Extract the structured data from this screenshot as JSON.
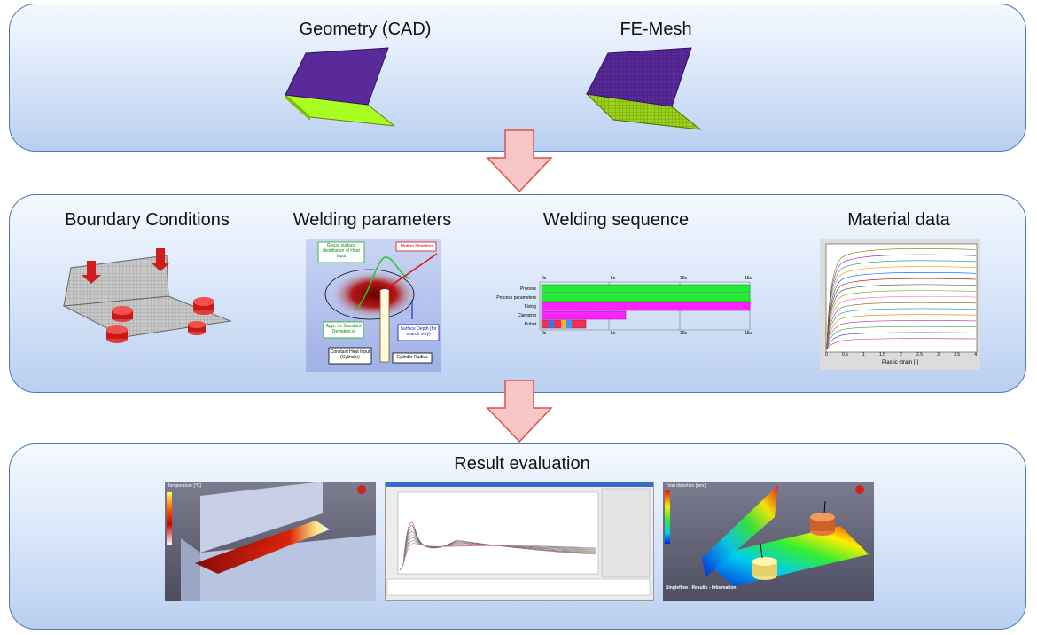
{
  "stage1": {
    "geometry_label": "Geometry (CAD)",
    "mesh_label": "FE-Mesh"
  },
  "stage2": {
    "boundary_label": "Boundary Conditions",
    "welding_params_label": "Welding parameters",
    "welding_seq_label": "Welding sequence",
    "material_label": "Material data",
    "params_diagram": {
      "gauss_text": "Gauss surface distribution of Heat Input",
      "motion_text": "Motion Direction",
      "std_dev_text": "Appr. 3x Standard Deviation σ",
      "depth_text": "Surface Depth (for search only)",
      "const_heat_text": "Constant Heat Input (Cylinder)",
      "cyl_radius_text": "Cylinder Radius"
    },
    "sequence_chart": {
      "rows": [
        "Process",
        "Process parameters",
        "Fixing",
        "Clamping",
        "Robot"
      ],
      "ticks": [
        "0s",
        "5s",
        "10s",
        "15s"
      ]
    },
    "material_chart": {
      "xlabel": "Plastic strain [-]",
      "xticks": [
        "0",
        "0.5",
        "1",
        "1.5",
        "2",
        "2.5",
        "3",
        "3.5",
        "4"
      ]
    }
  },
  "stage3": {
    "result_label": "Result evaluation",
    "temp_title": "Temperature [°C]",
    "distortion_title": "Total distortion [mm]",
    "distortion_footer": "Singleflow - Results - Information"
  },
  "colors": {
    "panel_border": "#4a7ab8",
    "arrow_fill": "#f7c6c6",
    "arrow_stroke": "#d9534f",
    "plate_green": "#aaff22",
    "plate_purple": "#5a2a9a"
  }
}
